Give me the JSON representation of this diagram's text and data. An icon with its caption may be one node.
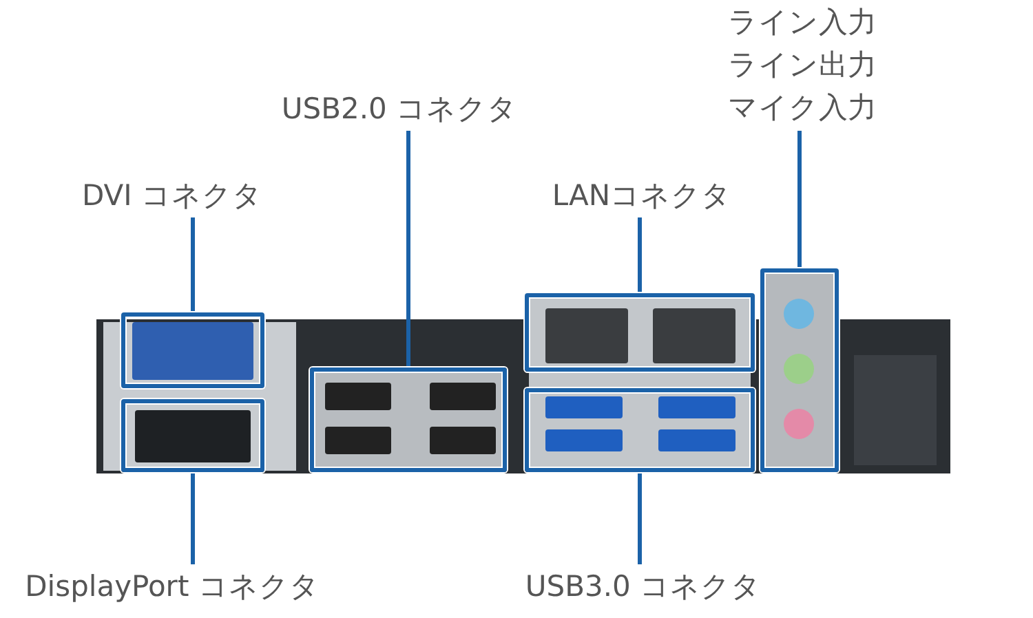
{
  "diagram": {
    "nodes": [
      {
        "text": [
          "DVI コネクタ"
        ]
      },
      {
        "text": [],
        "shape": "box"
      },
      {
        "text": [
          "USB2.0 コネクタ"
        ]
      },
      {
        "text": [],
        "shape": "box"
      },
      {
        "text": [
          "LANコネクタ"
        ]
      },
      {
        "text": [],
        "shape": "box"
      },
      {
        "text": [
          "ライン入力",
          "ライン出力",
          "マイク入力"
        ]
      },
      {
        "text": [],
        "shape": "box"
      },
      {
        "text": [],
        "shape": "box"
      },
      {
        "text": [
          "DisplayPort コネクタ"
        ]
      },
      {
        "text": [],
        "shape": "box"
      },
      {
        "text": [
          "USB3.0 コネクタ"
        ]
      }
    ],
    "edges": [
      {
        "from": 0,
        "to": 1,
        "arrow": "none"
      },
      {
        "from": 2,
        "to": 3,
        "arrow": "none"
      },
      {
        "from": 4,
        "to": 5,
        "arrow": "none"
      },
      {
        "from": 6,
        "to": 7,
        "arrow": "none"
      },
      {
        "from": 9,
        "to": 8,
        "arrow": "none"
      },
      {
        "from": 11,
        "to": 10,
        "arrow": "none"
      }
    ]
  }
}
